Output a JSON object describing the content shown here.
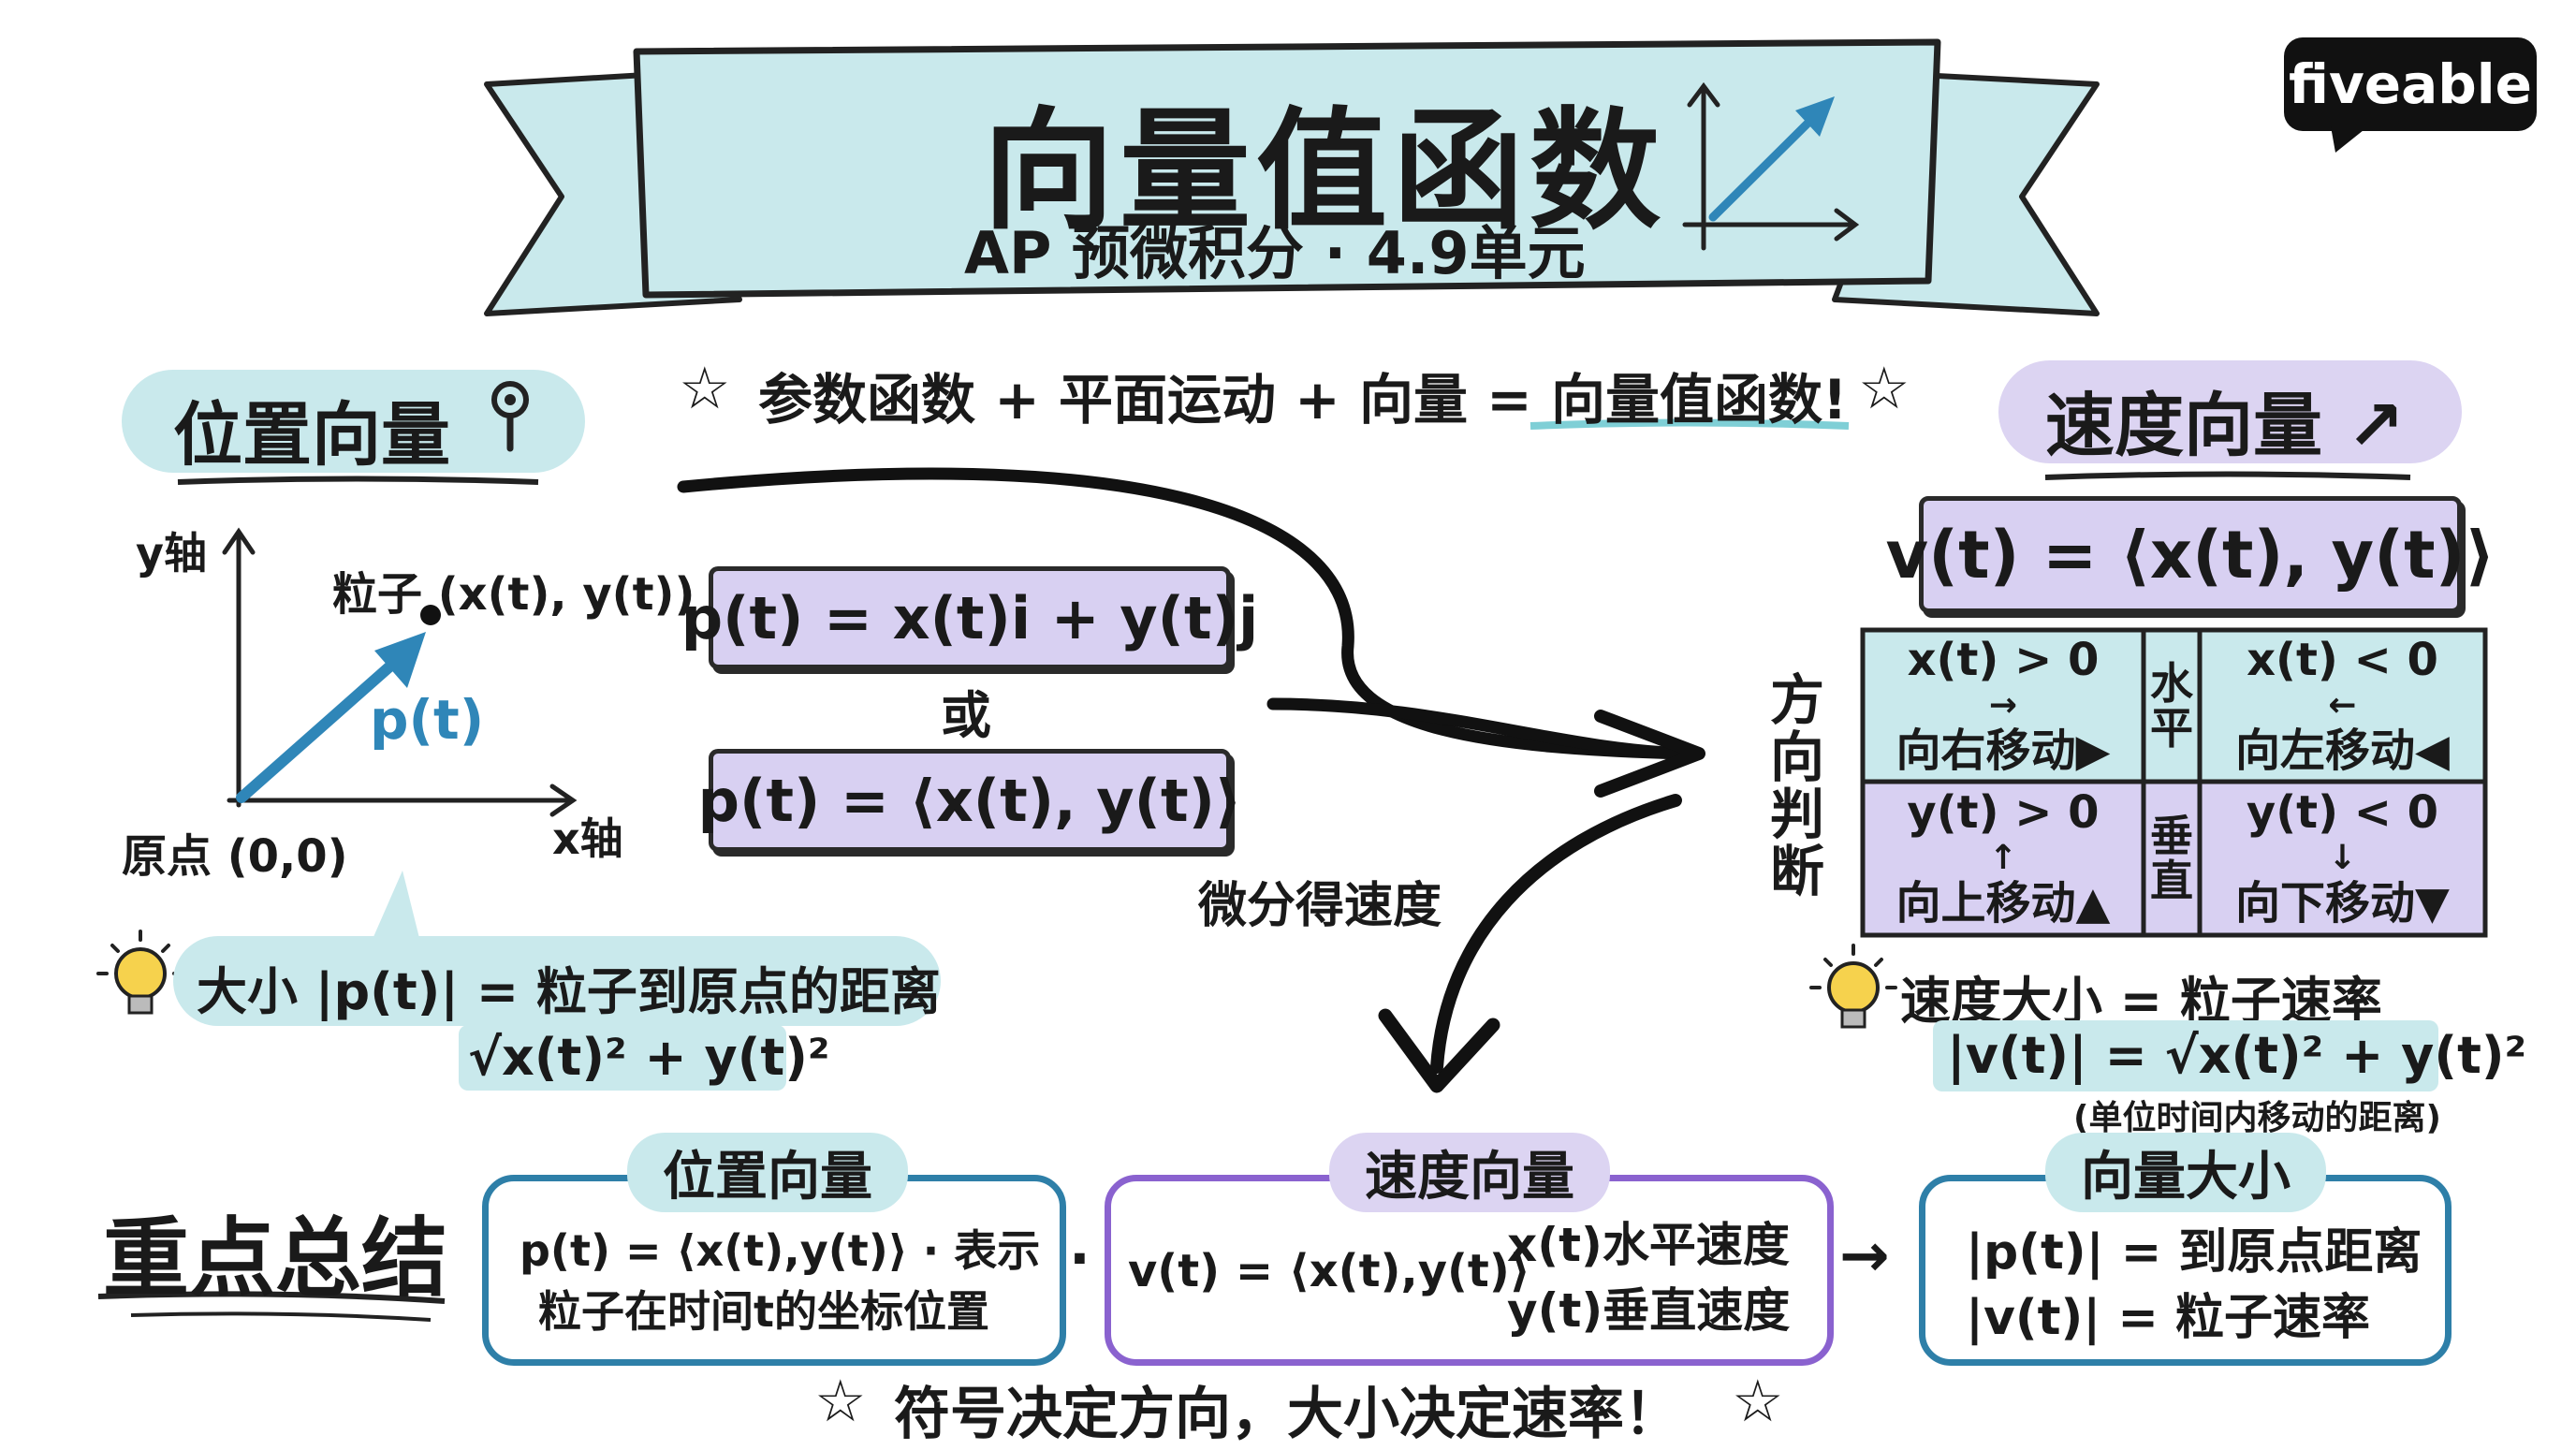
{
  "brand": "fiveable",
  "banner": {
    "title": "向量值函数",
    "subtitle": "AP 预微积分 · 4.9单元"
  },
  "equation_line": "参数函数 + 平面运动 + 向量 = 向量值函数!",
  "position": {
    "heading": "位置向量",
    "graph": {
      "y_axis": "y轴",
      "x_axis": "x轴",
      "particle": "粒子 (x(t), y(t))",
      "vector": "p(t)",
      "origin": "原点 (0,0)"
    },
    "formula1": "p(t) = x(t)i + y(t)j",
    "or": "或",
    "formula2": "p(t) = ⟨x(t), y(t)⟩",
    "tip": "大小 |p(t)| = 粒子到原点的距离",
    "magnitude": "√x(t)² + y(t)²"
  },
  "derivative_label": "微分得速度",
  "velocity": {
    "heading": "速度向量 ↗",
    "formula": "v(t) = ⟨x(t), y(t)⟩",
    "direction_label": [
      "方",
      "向",
      "判",
      "断"
    ],
    "horizontal_label": [
      "水",
      "平"
    ],
    "vertical_label": [
      "垂",
      "直"
    ],
    "cells": [
      {
        "cond": "x(t) > 0",
        "arrow": "→",
        "move": "向右移动▶"
      },
      {
        "cond": "x(t) < 0",
        "arrow": "←",
        "move": "向左移动◀"
      },
      {
        "cond": "y(t) > 0",
        "arrow": "↑",
        "move": "向上移动▲"
      },
      {
        "cond": "y(t) < 0",
        "arrow": "↓",
        "move": "向下移动▼"
      }
    ],
    "tip": "速度大小 = 粒子速率",
    "magnitude": "|v(t)| = √x(t)² + y(t)²",
    "magnitude_note": "(单位时间内移动的距离)"
  },
  "summary": {
    "heading": "重点总结",
    "box1": {
      "tag": "位置向量",
      "line1": "p(t) = ⟨x(t),y(t)⟩ · 表示",
      "line2": "粒子在时间t的坐标位置"
    },
    "sep": "·",
    "box2": {
      "tag": "速度向量",
      "formula": "v(t) = ⟨x(t),y(t)⟩",
      "line1": "x(t)水平速度",
      "line2": "y(t)垂直速度"
    },
    "arrow": "→",
    "box3": {
      "tag": "向量大小",
      "line1": "|p(t)| = 到原点距离",
      "line2": "|v(t)| = 粒子速率"
    }
  },
  "footer": "符号决定方向，大小决定速率！",
  "colors": {
    "teal": "#c9e9ec",
    "purple": "#d8d0f2",
    "arrow_blue": "#2f86b8",
    "box_blue": "#2e7fa8",
    "box_purple": "#8a62cf"
  }
}
